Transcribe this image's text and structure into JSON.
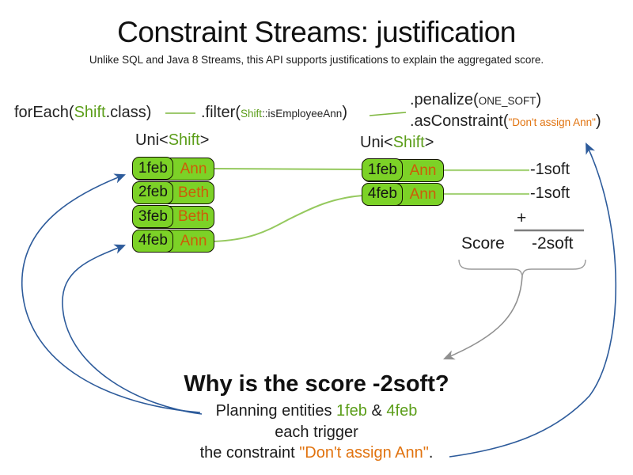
{
  "title": "Constraint Streams: justification",
  "subtitle": "Unlike SQL and Java 8 Streams, this API supports justifications to explain the aggregated score.",
  "code": {
    "foreach": {
      "prefix": "forEach(",
      "class_name": "Shift",
      "suffix": ".class)"
    },
    "filter": {
      "prefix": ".filter(",
      "class_name": "Shift",
      "method": "::isEmployeeAnn",
      "suffix": ")"
    },
    "penalize": {
      "prefix": ".penalize(",
      "arg": "ONE_SOFT",
      "suffix": ")"
    },
    "as_constraint": {
      "prefix": ".asConstraint(",
      "arg": "\"Don't assign Ann\"",
      "suffix": ")"
    }
  },
  "uni_label": {
    "prefix": "Uni<",
    "type_name": "Shift",
    "suffix": ">"
  },
  "left_table": {
    "rows": [
      {
        "date": "1feb",
        "name": "Ann"
      },
      {
        "date": "2feb",
        "name": "Beth"
      },
      {
        "date": "3feb",
        "name": "Beth"
      },
      {
        "date": "4feb",
        "name": "Ann"
      }
    ]
  },
  "right_table": {
    "rows": [
      {
        "date": "1feb",
        "name": "Ann"
      },
      {
        "date": "4feb",
        "name": "Ann"
      }
    ]
  },
  "scores": {
    "matches": [
      "-1soft",
      "-1soft"
    ],
    "plus_sign": "+",
    "score_label": "Score",
    "total": "-2soft"
  },
  "why": {
    "heading": "Why is the score -2soft?",
    "line1": {
      "prefix": "Planning entities ",
      "entity1": "1feb",
      "connector": " & ",
      "entity2": "4feb"
    },
    "line2": "each trigger",
    "line3": {
      "prefix": "the constraint ",
      "constraint": "\"Don't assign Ann\"",
      "suffix": "."
    }
  },
  "colors": {
    "entity_green": "#7cd227",
    "text_green": "#5c9e1a",
    "employee_orange": "#cd5c08",
    "constraint_orange": "#e1730f",
    "arrow_blue": "#2d5b9b",
    "annotation_gray": "#8f8f8f"
  }
}
